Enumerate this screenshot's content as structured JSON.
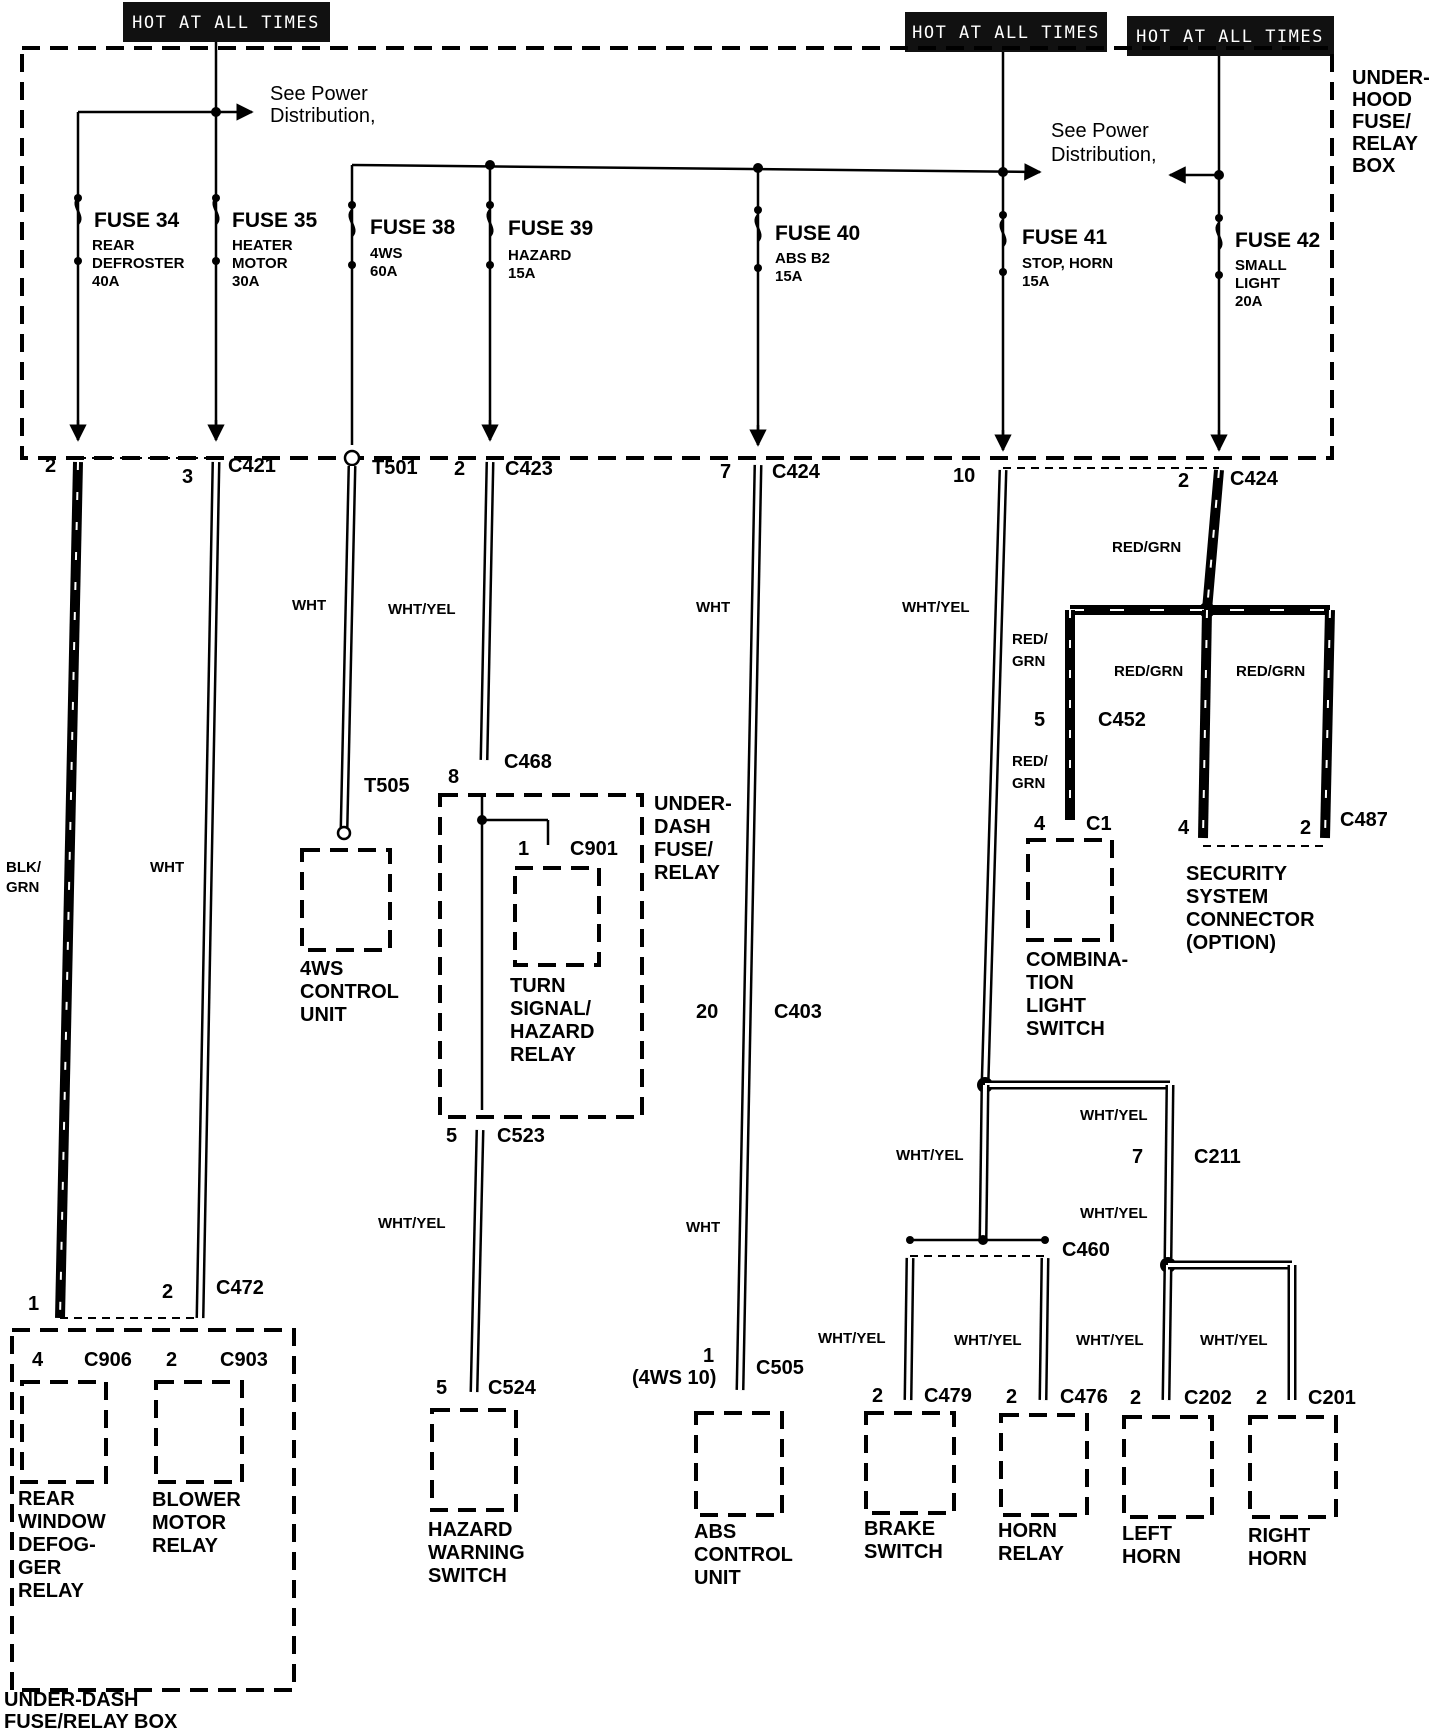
{
  "hot_labels": [
    "HOT AT ALL TIMES",
    "HOT AT ALL TIMES",
    "HOT AT ALL TIMES"
  ],
  "underhood": {
    "title": [
      "UNDER-",
      "HOOD",
      "FUSE/",
      "RELAY",
      "BOX"
    ],
    "see_power_1": [
      "See Power",
      "Distribution,"
    ],
    "see_power_2": [
      "See Power",
      "Distribution,"
    ]
  },
  "fuses": [
    {
      "name": "FUSE 34",
      "desc": [
        "REAR",
        "DEFROSTER",
        "40A"
      ]
    },
    {
      "name": "FUSE 35",
      "desc": [
        "HEATER",
        "MOTOR",
        "30A"
      ]
    },
    {
      "name": "FUSE 38",
      "desc": [
        "4WS",
        "60A"
      ]
    },
    {
      "name": "FUSE 39",
      "desc": [
        "HAZARD",
        "15A"
      ]
    },
    {
      "name": "FUSE 40",
      "desc": [
        "ABS B2",
        "15A"
      ]
    },
    {
      "name": "FUSE 41",
      "desc": [
        "STOP,  HORN",
        "15A"
      ]
    },
    {
      "name": "FUSE 42",
      "desc": [
        "SMALL",
        "LIGHT",
        "20A"
      ]
    }
  ],
  "connectors": {
    "c421": "C421",
    "t501": "T501",
    "c423": "C423",
    "c424a": "C424",
    "c424b": "C424",
    "c468": "C468",
    "c901": "C901",
    "t505": "T505",
    "c452": "C452",
    "c1": "C1",
    "c487": "C487",
    "c403": "C403",
    "c523": "C523",
    "c211": "C211",
    "c460": "C460",
    "c472": "C472",
    "c906": "C906",
    "c903": "C903",
    "c524": "C524",
    "c505": "C505",
    "c479": "C479",
    "c476": "C476",
    "c202": "C202",
    "c201": "C201"
  },
  "pins": {
    "p2a": "2",
    "p3": "3",
    "p2b": "2",
    "p7": "7",
    "p10": "10",
    "p2c": "2",
    "p8": "8",
    "p1c901": "1",
    "p5c452": "5",
    "p4c1": "4",
    "p4c487": "4",
    "p2c487": "2",
    "p20": "20",
    "p5c523": "5",
    "p7c211": "7",
    "p1c472": "1",
    "p2c472": "2",
    "p4c906": "4",
    "p2c903": "2",
    "p5c524": "5",
    "p1c505": "1",
    "p4ws": "(4WS 10)",
    "p2c479": "2",
    "p2c476": "2",
    "p2c202": "2",
    "p2c201": "2"
  },
  "wires": {
    "blk_grn": [
      "BLK/",
      "GRN"
    ],
    "wht1": "WHT",
    "wht2": "WHT",
    "whtyel1": "WHT/YEL",
    "wht3": "WHT",
    "whtyel2": "WHT/YEL",
    "redgrn1": "RED/GRN",
    "redgrn2": [
      "RED/",
      "GRN"
    ],
    "redgrn3": "RED/GRN",
    "redgrn4": "RED/GRN",
    "redgrn5": [
      "RED/",
      "GRN"
    ],
    "whtyel3": "WHT/YEL",
    "whtyel4": "WHT/YEL",
    "whtyel5": "WHT/YEL",
    "whtyel6": "WHT/YEL",
    "wht4": "WHT",
    "whtyel7": "WHT/YEL",
    "whtyel8": "WHT/YEL",
    "whtyel9": "WHT/YEL",
    "whtyel10": "WHT/YEL"
  },
  "components": {
    "ws4": [
      "4WS",
      "CONTROL",
      "UNIT"
    ],
    "underdash": [
      "UNDER-",
      "DASH",
      "FUSE/",
      "RELAY"
    ],
    "turn": [
      "TURN",
      "SIGNAL/",
      "HAZARD",
      "RELAY"
    ],
    "combo": [
      "COMBINA-",
      "TION",
      "LIGHT",
      "SWITCH"
    ],
    "security": [
      "SECURITY",
      "SYSTEM",
      "CONNECTOR",
      "(OPTION)"
    ],
    "rear_window": [
      "REAR",
      "WINDOW",
      "DEFOG-",
      "GER",
      "RELAY"
    ],
    "blower": [
      "BLOWER",
      "MOTOR",
      "RELAY"
    ],
    "hazard_sw": [
      "HAZARD",
      "WARNING",
      "SWITCH"
    ],
    "abs": [
      "ABS",
      "CONTROL",
      "UNIT"
    ],
    "brake": [
      "BRAKE",
      "SWITCH"
    ],
    "horn_relay": [
      "HORN",
      "RELAY"
    ],
    "left_horn": [
      "LEFT",
      "HORN"
    ],
    "right_horn": [
      "RIGHT",
      "HORN"
    ],
    "underdash_box": [
      "UNDER-DASH",
      "FUSE/RELAY BOX"
    ]
  }
}
